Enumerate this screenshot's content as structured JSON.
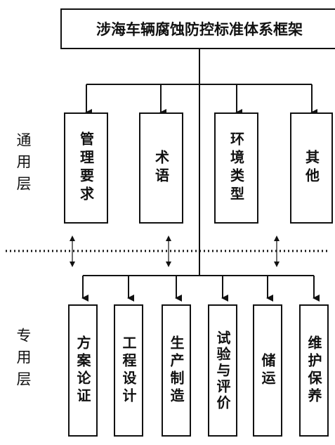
{
  "diagram": {
    "title": "涉海车辆腐蚀防控标准体系框架",
    "general_layer": {
      "label": "通用层",
      "items": [
        "管理要求",
        "术语",
        "环境类型",
        "其他"
      ]
    },
    "specific_layer": {
      "label": "专用层",
      "items": [
        "方案论证",
        "工程设计",
        "生产制造",
        "试验与评价",
        "储运",
        "维护保养"
      ]
    }
  }
}
